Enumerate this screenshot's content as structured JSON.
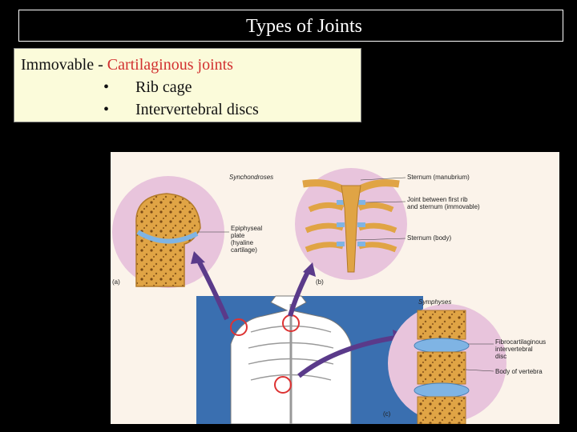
{
  "title": "Types of Joints",
  "textbox": {
    "prefix": "Immovable - ",
    "highlight": "Cartilaginous joints",
    "bullets": [
      "Rib cage",
      "Intervertebral discs"
    ],
    "bullet_symbol": "•"
  },
  "figure": {
    "synchondroses": "Synchondroses",
    "symphyses": "Symphyses",
    "panel_a": "(a)",
    "panel_b": "(b)",
    "panel_c": "(c)",
    "epiphyseal_1": "Epiphyseal",
    "epiphyseal_2": "plate",
    "epiphyseal_3": "(hyaline",
    "epiphyseal_4": "cartilage)",
    "sternum_manubrium": "Sternum (manubrium)",
    "joint_1": "Joint between first rib",
    "joint_2": "and sternum (immovable)",
    "sternum_body": "Sternum (body)",
    "fibro_1": "Fibrocartilaginous",
    "fibro_2": "intervertebral",
    "fibro_3": "disc",
    "vertebra": "Body of vertebra"
  },
  "colors": {
    "background": "#000000",
    "textbox_bg": "#fbfbda",
    "highlight": "#d23030",
    "figure_bg": "#fbf3ea",
    "bone": "#e0a445",
    "cartilage": "#7fb4e4",
    "pink_circle": "#e8c4dc",
    "arrow": "#5a3a8a",
    "body_panel": "#3a6fb0"
  }
}
